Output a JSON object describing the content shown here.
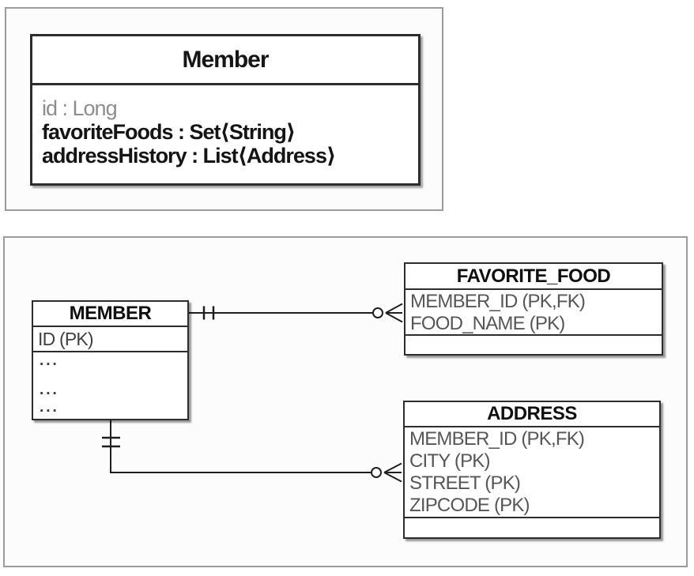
{
  "uml": {
    "class_title": "Member",
    "attributes": [
      "id : Long",
      "favoriteFoods : Set⟨String⟩",
      "addressHistory : List⟨Address⟩"
    ]
  },
  "erd": {
    "member": {
      "title": "MEMBER",
      "rows": [
        "ID (PK)"
      ],
      "more": [
        "...",
        "...",
        "..."
      ]
    },
    "favorite_food": {
      "title": "FAVORITE_FOOD",
      "rows": [
        "MEMBER_ID (PK,FK)",
        "FOOD_NAME (PK)"
      ]
    },
    "address": {
      "title": "ADDRESS",
      "rows": [
        "MEMBER_ID (PK,FK)",
        "CITY (PK)",
        "STREET (PK)",
        "ZIPCODE (PK)"
      ]
    },
    "relationships": [
      {
        "from": "MEMBER",
        "to": "FAVORITE_FOOD",
        "from_cardinality": "one-and-only-one",
        "to_cardinality": "zero-or-many"
      },
      {
        "from": "MEMBER",
        "to": "ADDRESS",
        "from_cardinality": "one-and-only-one",
        "to_cardinality": "zero-or-many"
      }
    ]
  },
  "colors": {
    "line": "#1f1f1f",
    "box_border": "#2d2d2d",
    "panel_border": "#9b9b9b",
    "header_text": "#0f0f0f",
    "field_text": "#565656",
    "muted_text": "#8d8d8d"
  }
}
